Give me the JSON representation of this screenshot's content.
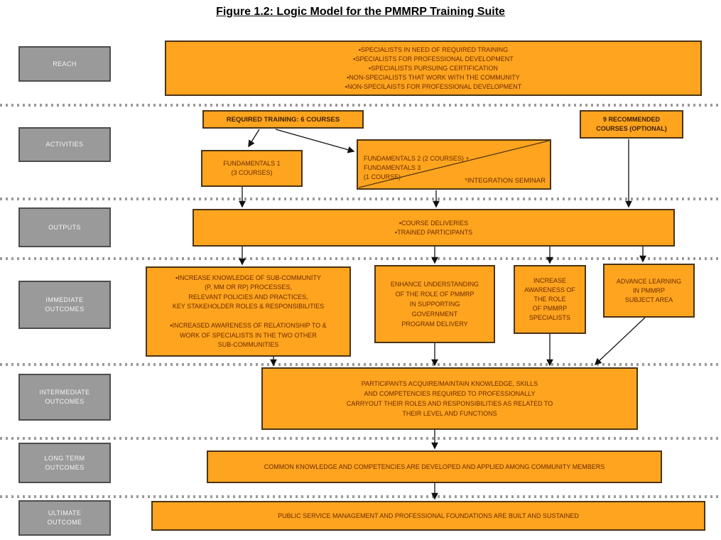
{
  "title": "Figure 1.2: Logic Model for the PMMRP Training Suite",
  "row_labels": {
    "reach": "REACH",
    "activities": "ACTIVITIES",
    "outputs": "OUTPUTS",
    "immediate": "IMMEDIATE\nOUTCOMES",
    "intermediate": "INTERMEDIATE\nOUTCOMES",
    "long_term": "LONG TERM\nOUTCOMES",
    "ultimate": "ULTIMATE\nOUTCOME"
  },
  "boxes": {
    "reach_audience": "▪SPECIALISTS IN NEED OF REQUIRED TRAINING\n▪SPECIALISTS FOR PROFESSIONAL DEVELOPMENT\n▪SPECIALISTS PURSUING CERTIFICATION\n▪NON-SPECIALISTS THAT WORK WITH THE COMMUNITY\n▪NON-SPECILAISTS FOR PROFESSIONAL DEVELOPMENT",
    "required_training": "REQUIRED TRAINING: 6 COURSES",
    "fundamentals_1": "FUNDAMENTALS 1\n(3 COURSES)",
    "fundamentals_2_3": "FUNDAMENTALS 2 (2 COURSES) +\nFUNDAMENTALS 3\n(1 COURSE)",
    "integration_seminar": "*INTEGRATION SEMINAR",
    "recommended_courses": "9 RECOMMENDED\nCOURSES (OPTIONAL)",
    "outputs": "▪COURSE DELIVERIES\n▪TRAINED PARTICIPANTS",
    "immediate_1": "▪INCREASE KNOWLEDGE OF SUB-COMMUNITY\n(P, MM OR RP) PROCESSES,\nRELEVANT POLICIES AND PRACTICES,\nKEY STAKEHOLDER ROLES & RESPONSIBILITIES\n\n▪INCREASED AWARENESS OF RELATIONSHIP TO &\nWORK OF SPECIALISTS IN THE TWO OTHER\nSUB-COMMUNITIES",
    "immediate_2": "ENHANCE UNDERSTANDING\nOF THE ROLE OF PMMRP\nIN SUPPORTING\nGOVERNMENT\nPROGRAM DELIVERY",
    "immediate_3": "INCREASE\nAWARENESS OF\nTHE ROLE\nOF PMMRP\nSPECIALISTS",
    "immediate_4": "ADVANCE LEARNING\nIN PMMRP\nSUBJECT AREA",
    "intermediate": "PARTICIPANTS ACQUIRE/MAINTAIN KNOWLEDGE, SKILLS\nAND COMPETENCIES REQUIRED TO PROFESSIONALLY\nCARRYOUT THEIR ROLES AND RESPONSIBILITIES AS RELATED TO\nTHEIR LEVEL AND FUNCTIONS",
    "long_term": "COMMON KNOWLEDGE AND COMPETENCIES ARE DEVELOPED AND APPLIED AMONG COMMUNITY MEMBERS",
    "ultimate": "PUBLIC SERVICE MANAGEMENT AND PROFESSIONAL FOUNDATIONS ARE BUILT AND SUSTAINED"
  },
  "colors": {
    "box_fill": "#FFA41E",
    "box_border": "#4A3317",
    "box_text": "#6B2B00",
    "label_fill": "#9A9A9A",
    "label_border": "#4D4D4D",
    "label_text": "#F4F4F4",
    "separator_dots": "#9A9A9A",
    "arrow": "#111111",
    "title_text": "#000000"
  }
}
